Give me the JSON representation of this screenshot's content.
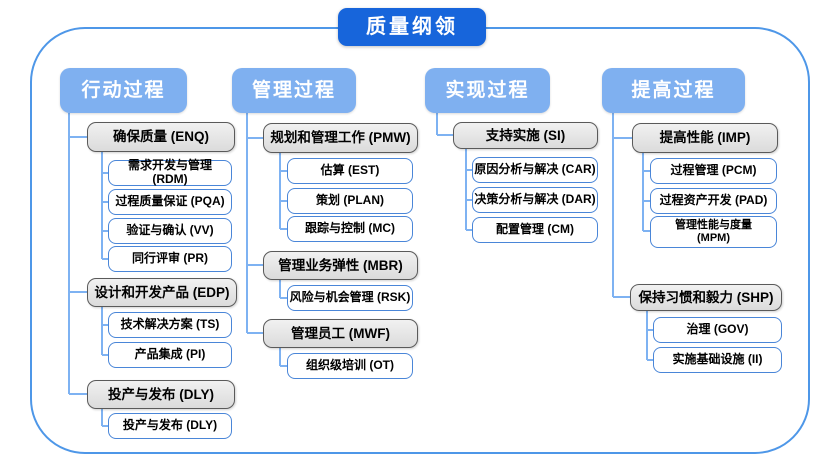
{
  "title": "质量纲领",
  "colors": {
    "root_blue": "#1765DB",
    "branch_blue": "#7FB0F0",
    "connector_blue": "#7EB2F2",
    "frame_border": "#4E97E8",
    "group_fill": "#E3E3E3",
    "group_border": "#5A5A5A",
    "leaf_border": "#4A86D8"
  },
  "columns": [
    {
      "header": "行动过程",
      "groups": [
        {
          "label": "确保质量 (ENQ)",
          "children": [
            "需求开发与管理 (RDM)",
            "过程质量保证 (PQA)",
            "验证与确认 (VV)",
            "同行评审 (PR)"
          ]
        },
        {
          "label": "设计和开发产品 (EDP)",
          "children": [
            "技术解决方案 (TS)",
            "产品集成 (PI)"
          ]
        },
        {
          "label": "投产与发布 (DLY)",
          "children": [
            "投产与发布 (DLY)"
          ]
        }
      ]
    },
    {
      "header": "管理过程",
      "groups": [
        {
          "label": "规划和管理工作 (PMW)",
          "children": [
            "估算 (EST)",
            "策划 (PLAN)",
            "跟踪与控制 (MC)"
          ]
        },
        {
          "label": "管理业务弹性 (MBR)",
          "children": [
            "风险与机会管理 (RSK)"
          ]
        },
        {
          "label": "管理员工 (MWF)",
          "children": [
            "组织级培训 (OT)"
          ]
        }
      ]
    },
    {
      "header": "实现过程",
      "groups": [
        {
          "label": "支持实施 (SI)",
          "children": [
            "原因分析与解决 (CAR)",
            "决策分析与解决 (DAR)",
            "配置管理 (CM)"
          ]
        }
      ]
    },
    {
      "header": "提高过程",
      "groups": [
        {
          "label": "提高性能 (IMP)",
          "children": [
            "过程管理 (PCM)",
            "过程资产开发 (PAD)",
            "管理性能与度量\n(MPM)"
          ]
        },
        {
          "label": "保持习惯和毅力 (SHP)",
          "children": [
            "治理 (GOV)",
            "实施基础设施 (II)"
          ]
        }
      ]
    }
  ]
}
